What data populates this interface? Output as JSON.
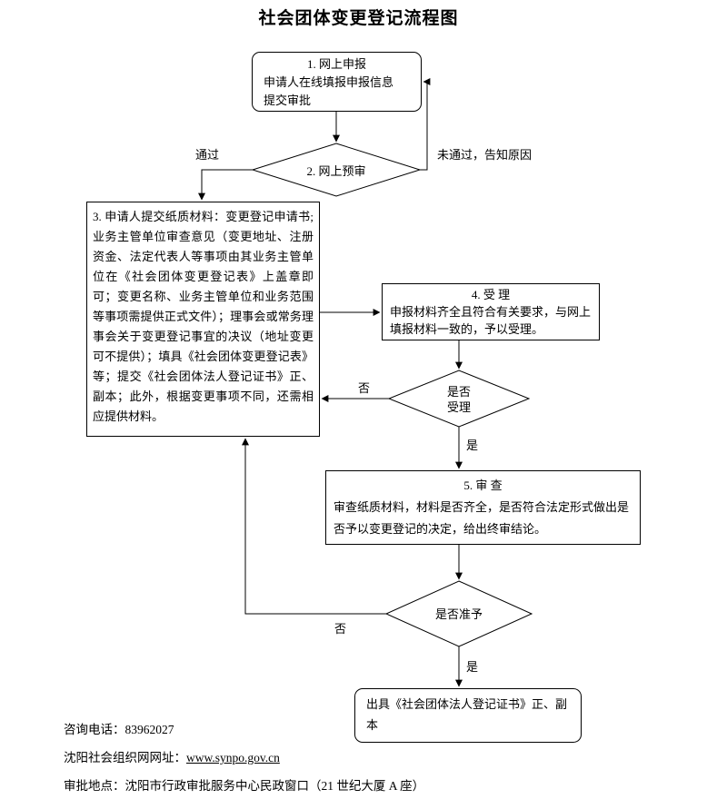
{
  "title": "社会团体变更登记流程图",
  "nodes": {
    "step1": {
      "title": "1. 网上申报",
      "line1": "申请人在线填报申报信息",
      "line2": "提交审批"
    },
    "decision_precheck": "2. 网上预审",
    "step3": "3. 申请人提交纸质材料：变更登记申请书;业务主管单位审查意见（变更地址、注册资金、法定代表人等事项由其业务主管单位在《社会团体变更登记表》上盖章即可；变更名称、业务主管单位和业务范围等事项需提供正式文件）；理事会或常务理事会关于变更登记事宜的决议（地址变更可不提供）；填具《社会团体变更登记表》等；提交《社会团体法人登记证书》正、副本；此外，根据变更事项不同，还需相应提供材料。",
    "step4": {
      "title": "4. 受  理",
      "body": "申报材料齐全且符合有关要求，与网上填报材料一致的，予以受理。"
    },
    "decision_accept": {
      "line1": "是否",
      "line2": "受理"
    },
    "step5": {
      "title": "5. 审  查",
      "body": "审查纸质材料，材料是否齐全，是否符合法定形式做出是否予以变更登记的决定，给出终审结论。"
    },
    "decision_approve": "是否准予",
    "final": "出具《社会团体法人登记证书》正、副本"
  },
  "edges": {
    "pass": "通过",
    "fail": "未通过，告知原因",
    "accept_no": "否",
    "accept_yes": "是",
    "approve_no": "否",
    "approve_yes": "是"
  },
  "footer": {
    "phone": "咨询电话：83962027",
    "website_label": "沈阳社会组织网网址：",
    "website_url": "www.synpo.gov.cn",
    "location": "审批地点：沈阳市行政审批服务中心民政窗口（21 世纪大厦 A 座）"
  }
}
